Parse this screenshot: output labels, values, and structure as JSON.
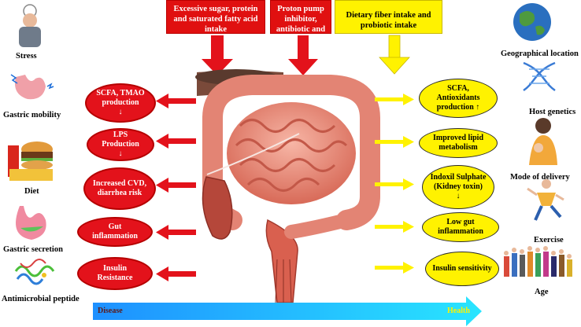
{
  "top_boxes": {
    "sugar": "Excessive sugar, protein and saturated fatty acid intake",
    "ppi": "Proton pump inhibitor, antibiotic and altered pH",
    "fiber": "Dietary fiber intake and probiotic intake"
  },
  "left_factors": {
    "stress": "Stress",
    "gastric_mobility": "Gastric mobility",
    "diet": "Diet",
    "gastric_secretion": "Gastric secretion",
    "antimicrobial": "Antimicrobial peptide"
  },
  "right_factors": {
    "geo": "Geographical location",
    "genetics": "Host genetics",
    "delivery": "Mode of delivery",
    "exercise": "Exercise",
    "age": "Age"
  },
  "disease_ovals": {
    "scfa_tmao": "SCFA, TMAO production",
    "scfa_tmao_arrow": "↓",
    "lps": "LPS Production",
    "lps_arrow": "↓",
    "cvd": "Increased CVD, diarrhea risk",
    "gut_inflam": "Gut inflammation",
    "insulin_res": "Insulin Resistance"
  },
  "health_ovals": {
    "scfa_antiox": "SCFA, Antioxidants production ↑",
    "lipid": "Improved lipid metabolism",
    "indoxil": "Indoxil Sulphate (Kidney toxin)",
    "indoxil_arrow": "↓",
    "low_gut": "Low gut inflammation",
    "insulin_sens": "Insulin sensitivity"
  },
  "gradient_bar": {
    "left": "Disease",
    "right": "Health"
  },
  "colors": {
    "disease_red": "#e3121b",
    "health_yellow": "#fff200",
    "bar_blue": "#1e90ff",
    "bar_cyan": "#29e5ff"
  }
}
